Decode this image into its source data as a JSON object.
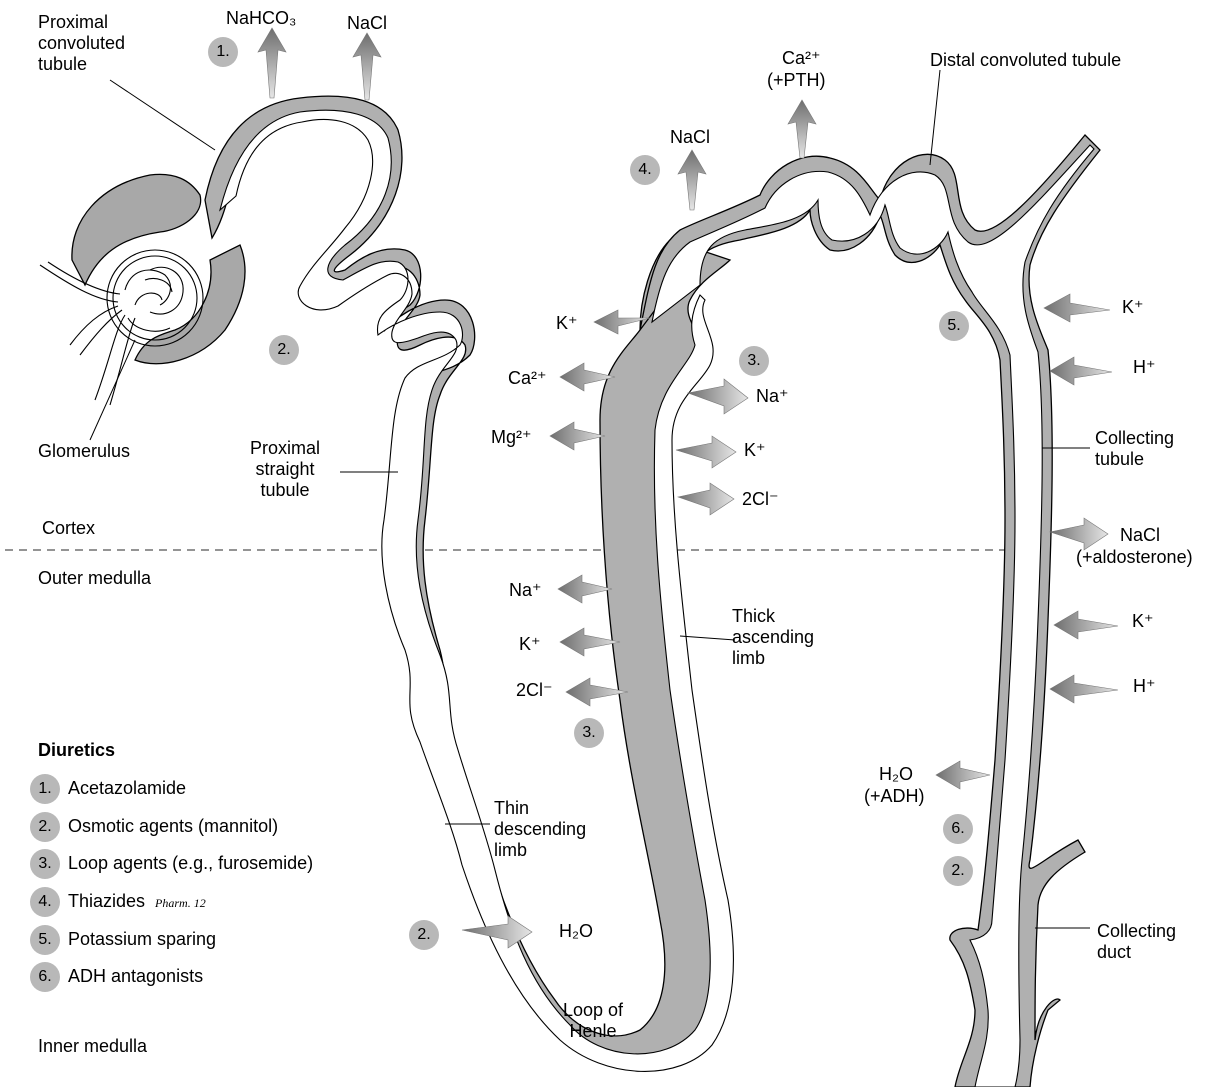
{
  "ions": {
    "nahco3": "NaHCO₃",
    "nacl_proximal": "NaCl",
    "ca_pth_1": "Ca²⁺",
    "ca_pth_2": "(+PTH)",
    "nacl_distal": "NaCl",
    "k_tal_out": "K⁺",
    "ca_tal": "Ca²⁺",
    "mg_tal": "Mg²⁺",
    "na_in": "Na⁺",
    "k_in": "K⁺",
    "cl_in": "2Cl⁻",
    "na_med": "Na⁺",
    "k_med": "K⁺",
    "cl_med": "2Cl⁻",
    "h2o_desc": "H₂O",
    "k_coll_1": "K⁺",
    "h_coll_1": "H⁺",
    "nacl_ald_1": "NaCl",
    "nacl_ald_2": "(+aldosterone)",
    "k_coll_2": "K⁺",
    "h_coll_2": "H⁺",
    "h2o_adh_1": "H₂O",
    "h2o_adh_2": "(+ADH)"
  },
  "structures": {
    "pct": "Proximal\nconvoluted\ntubule",
    "glomerulus": "Glomerulus",
    "pst": "Proximal\nstraight\ntubule",
    "dct": "Distal convoluted tubule",
    "tal": "Thick\nascending\nlimb",
    "tdl": "Thin\ndescending\nlimb",
    "loop": "Loop of\nHenle",
    "collecting_tubule": "Collecting\ntubule",
    "collecting_duct": "Collecting\nduct"
  },
  "zones": {
    "cortex": "Cortex",
    "outer_medulla": "Outer medulla",
    "inner_medulla": "Inner medulla"
  },
  "badges": {
    "b1": "1.",
    "b2a": "2.",
    "b4": "4.",
    "b3a": "3.",
    "b5": "5.",
    "b3b": "3.",
    "b6": "6.",
    "b2b": "2.",
    "b2c": "2."
  },
  "legend": {
    "title": "Diuretics",
    "items": [
      {
        "num": "1.",
        "label": "Acetazolamide"
      },
      {
        "num": "2.",
        "label": "Osmotic agents (mannitol)"
      },
      {
        "num": "3.",
        "label": "Loop agents (e.g., furosemide)"
      },
      {
        "num": "4.",
        "label": "Thiazides",
        "note": "Pharm. 12"
      },
      {
        "num": "5.",
        "label": "Potassium sparing"
      },
      {
        "num": "6.",
        "label": "ADH antagonists"
      }
    ]
  },
  "colors": {
    "tubule_wall": "#b0b0b0",
    "glomerulus_fill": "#a8a8a8",
    "badge": "#b8b8b8",
    "arrow_dark": "#7a7a7a",
    "arrow_light": "#e2e2e2"
  }
}
